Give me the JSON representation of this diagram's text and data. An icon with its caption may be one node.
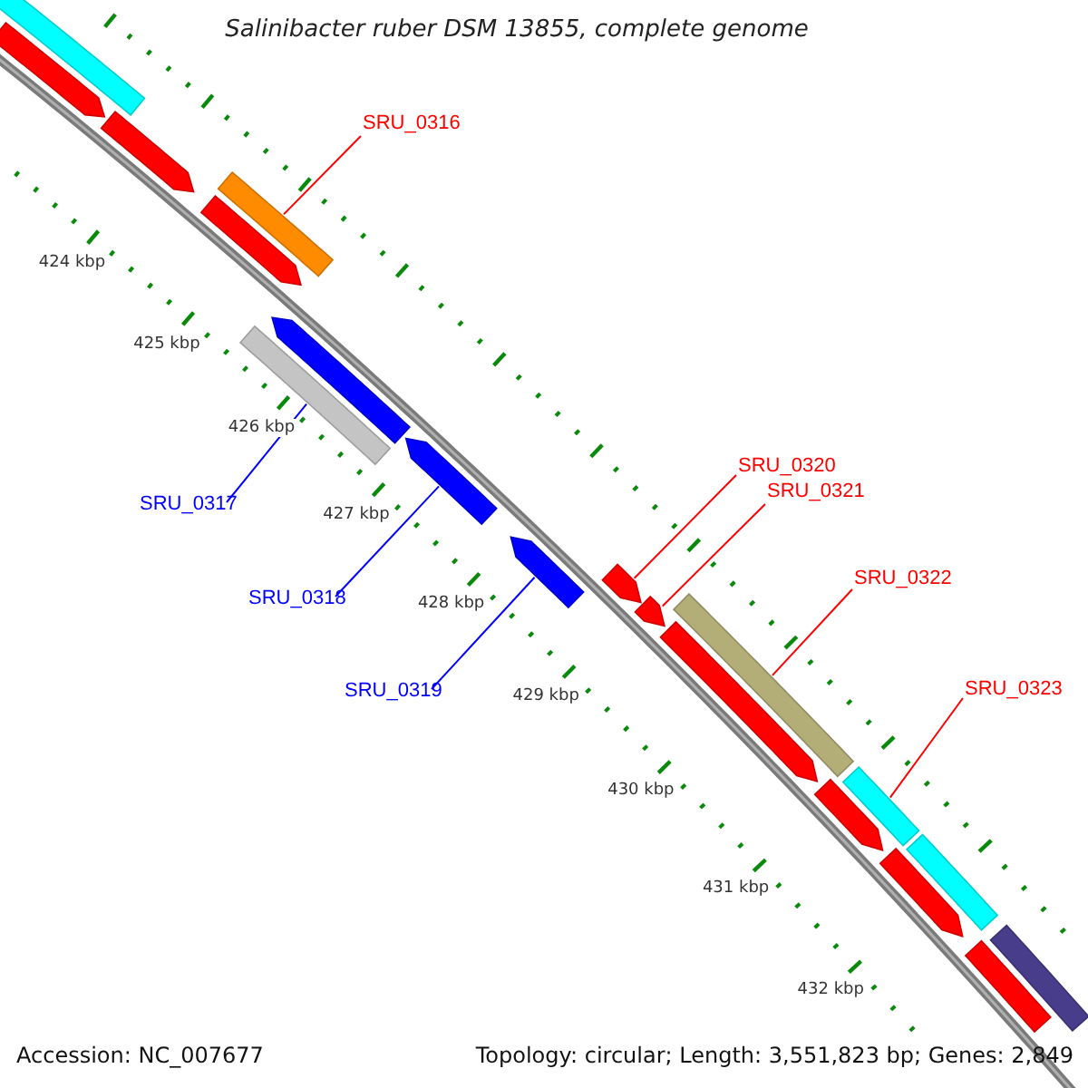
{
  "diagram": {
    "title": "Salinibacter ruber DSM 13855, complete genome",
    "nodes": [
      {
        "text": [
          "SRU_0316"
        ]
      },
      {
        "text": [
          "SRU_0317"
        ]
      },
      {
        "text": [
          "SRU_0318"
        ]
      },
      {
        "text": [
          "SRU_0319"
        ]
      },
      {
        "text": [
          "SRU_0320"
        ]
      },
      {
        "text": [
          "SRU_0321"
        ]
      },
      {
        "text": [
          "SRU_0322"
        ]
      },
      {
        "text": [
          "SRU_0323"
        ]
      },
      {
        "text": [],
        "shape": "bar"
      },
      {
        "text": [],
        "shape": "bar"
      },
      {
        "text": [],
        "shape": "bar"
      },
      {
        "text": [],
        "shape": "bar"
      },
      {
        "text": [],
        "shape": "bar"
      },
      {
        "text": [],
        "shape": "bar"
      },
      {
        "text": [],
        "shape": "bar"
      },
      {
        "text": [],
        "shape": "bar"
      },
      {
        "text": [],
        "shape": "bar"
      },
      {
        "text": [],
        "shape": "bar"
      },
      {
        "text": [],
        "shape": "bar"
      },
      {
        "text": [],
        "shape": "bar"
      },
      {
        "text": [],
        "shape": "bar"
      },
      {
        "text": [],
        "shape": "bar"
      },
      {
        "text": [],
        "shape": "bar"
      },
      {
        "text": [],
        "shape": "bar"
      },
      {
        "text": [],
        "shape": "bar"
      },
      {
        "text": [],
        "shape": "bar"
      },
      {
        "text": [],
        "shape": "bar"
      }
    ],
    "edges": [
      {
        "from": 0,
        "to": 11,
        "arrow": "none"
      },
      {
        "from": 1,
        "to": 14,
        "arrow": "none",
        "color": "#0000ff"
      },
      {
        "from": 2,
        "to": 15,
        "arrow": "none",
        "color": "#0000ff"
      },
      {
        "from": 3,
        "to": 16,
        "arrow": "none",
        "color": "#0000ff"
      },
      {
        "from": 4,
        "to": 17,
        "arrow": "none"
      },
      {
        "from": 5,
        "to": 18,
        "arrow": "none"
      },
      {
        "from": 6,
        "to": 19,
        "arrow": "none"
      },
      {
        "from": 7,
        "to": 21,
        "arrow": "none"
      }
    ],
    "labels": [
      "424 kbp",
      "425 kbp",
      "426 kbp",
      "427 kbp",
      "428 kbp",
      "429 kbp",
      "430 kbp",
      "431 kbp",
      "432 kbp",
      "Accession: NC_007677",
      "Topology: circular; Length: 3,551,823 bp; Genes: 2,849"
    ]
  }
}
